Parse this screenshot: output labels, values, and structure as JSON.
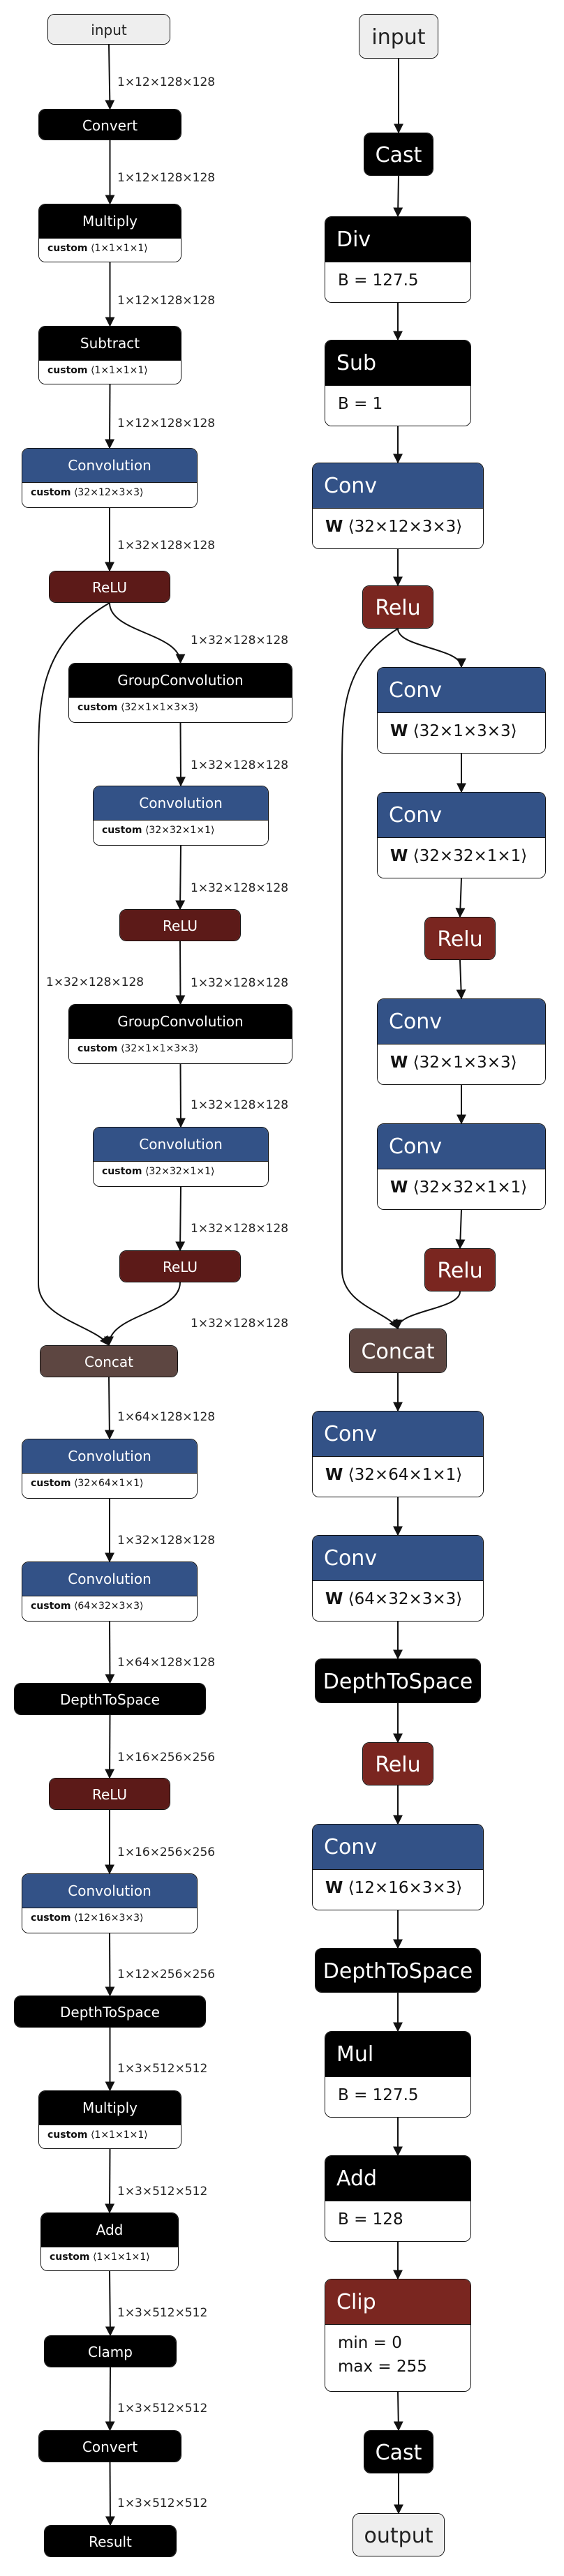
{
  "left": {
    "nodes": [
      {
        "id": "n0",
        "title": "input",
        "style": "io"
      },
      {
        "id": "n1",
        "title": "Convert",
        "style": "black"
      },
      {
        "id": "n2",
        "title": "Multiply",
        "style": "black",
        "attr_key": "custom",
        "attr_val": "⟨1×1×1×1⟩"
      },
      {
        "id": "n3",
        "title": "Subtract",
        "style": "black",
        "attr_key": "custom",
        "attr_val": "⟨1×1×1×1⟩"
      },
      {
        "id": "n4",
        "title": "Convolution",
        "style": "blue",
        "attr_key": "custom",
        "attr_val": "⟨32×12×3×3⟩"
      },
      {
        "id": "n5",
        "title": "ReLU",
        "style": "red"
      },
      {
        "id": "n6",
        "title": "GroupConvolution",
        "style": "black",
        "attr_key": "custom",
        "attr_val": "⟨32×1×1×3×3⟩"
      },
      {
        "id": "n7",
        "title": "Convolution",
        "style": "blue",
        "attr_key": "custom",
        "attr_val": "⟨32×32×1×1⟩"
      },
      {
        "id": "n8",
        "title": "ReLU",
        "style": "red"
      },
      {
        "id": "n9",
        "title": "GroupConvolution",
        "style": "black",
        "attr_key": "custom",
        "attr_val": "⟨32×1×1×3×3⟩"
      },
      {
        "id": "n10",
        "title": "Convolution",
        "style": "blue",
        "attr_key": "custom",
        "attr_val": "⟨32×32×1×1⟩"
      },
      {
        "id": "n11",
        "title": "ReLU",
        "style": "red"
      },
      {
        "id": "n12",
        "title": "Concat",
        "style": "brown"
      },
      {
        "id": "n13",
        "title": "Convolution",
        "style": "blue",
        "attr_key": "custom",
        "attr_val": "⟨32×64×1×1⟩"
      },
      {
        "id": "n14",
        "title": "Convolution",
        "style": "blue",
        "attr_key": "custom",
        "attr_val": "⟨64×32×3×3⟩"
      },
      {
        "id": "n15",
        "title": "DepthToSpace",
        "style": "black"
      },
      {
        "id": "n16",
        "title": "ReLU",
        "style": "red"
      },
      {
        "id": "n17",
        "title": "Convolution",
        "style": "blue",
        "attr_key": "custom",
        "attr_val": "⟨12×16×3×3⟩"
      },
      {
        "id": "n18",
        "title": "DepthToSpace",
        "style": "black"
      },
      {
        "id": "n19",
        "title": "Multiply",
        "style": "black",
        "attr_key": "custom",
        "attr_val": "⟨1×1×1×1⟩"
      },
      {
        "id": "n20",
        "title": "Add",
        "style": "black",
        "attr_key": "custom",
        "attr_val": "⟨1×1×1×1⟩"
      },
      {
        "id": "n21",
        "title": "Clamp",
        "style": "black"
      },
      {
        "id": "n22",
        "title": "Convert",
        "style": "black"
      },
      {
        "id": "n23",
        "title": "Result",
        "style": "black"
      }
    ],
    "edge_labels": [
      "1×12×128×128",
      "1×12×128×128",
      "1×12×128×128",
      "1×12×128×128",
      "1×32×128×128",
      "1×32×128×128",
      "1×32×128×128",
      "1×32×128×128",
      "1×32×128×128",
      "1×32×128×128",
      "1×32×128×128",
      "1×32×128×128",
      "1×32×128×128",
      "1×64×128×128",
      "1×32×128×128",
      "1×64×128×128",
      "1×16×256×256",
      "1×16×256×256",
      "1×12×256×256",
      "1×3×512×512",
      "1×3×512×512",
      "1×3×512×512",
      "1×3×512×512",
      "1×3×512×512"
    ]
  },
  "right": {
    "nodes": [
      {
        "id": "m0",
        "title": "input",
        "style": "io"
      },
      {
        "id": "m1",
        "title": "Cast",
        "style": "black"
      },
      {
        "id": "m2",
        "title": "Div",
        "style": "black",
        "attr_line": "B = 127.5"
      },
      {
        "id": "m3",
        "title": "Sub",
        "style": "black",
        "attr_line": "B = 1"
      },
      {
        "id": "m4",
        "title": "Conv",
        "style": "blue",
        "attr_key": "W",
        "attr_val": "⟨32×12×3×3⟩"
      },
      {
        "id": "m5",
        "title": "Relu",
        "style": "redR"
      },
      {
        "id": "m6",
        "title": "Conv",
        "style": "blue",
        "attr_key": "W",
        "attr_val": "⟨32×1×3×3⟩"
      },
      {
        "id": "m7",
        "title": "Conv",
        "style": "blue",
        "attr_key": "W",
        "attr_val": "⟨32×32×1×1⟩"
      },
      {
        "id": "m8",
        "title": "Relu",
        "style": "redR"
      },
      {
        "id": "m9",
        "title": "Conv",
        "style": "blue",
        "attr_key": "W",
        "attr_val": "⟨32×1×3×3⟩"
      },
      {
        "id": "m10",
        "title": "Conv",
        "style": "blue",
        "attr_key": "W",
        "attr_val": "⟨32×32×1×1⟩"
      },
      {
        "id": "m11",
        "title": "Relu",
        "style": "redR"
      },
      {
        "id": "m12",
        "title": "Concat",
        "style": "brown"
      },
      {
        "id": "m13",
        "title": "Conv",
        "style": "blue",
        "attr_key": "W",
        "attr_val": "⟨32×64×1×1⟩"
      },
      {
        "id": "m14",
        "title": "Conv",
        "style": "blue",
        "attr_key": "W",
        "attr_val": "⟨64×32×3×3⟩"
      },
      {
        "id": "m15",
        "title": "DepthToSpace",
        "style": "black"
      },
      {
        "id": "m16",
        "title": "Relu",
        "style": "redR"
      },
      {
        "id": "m17",
        "title": "Conv",
        "style": "blue",
        "attr_key": "W",
        "attr_val": "⟨12×16×3×3⟩"
      },
      {
        "id": "m18",
        "title": "DepthToSpace",
        "style": "black"
      },
      {
        "id": "m19",
        "title": "Mul",
        "style": "black",
        "attr_line": "B = 127.5"
      },
      {
        "id": "m20",
        "title": "Add",
        "style": "black",
        "attr_line": "B = 128"
      },
      {
        "id": "m21",
        "title": "Clip",
        "style": "redR",
        "attr_line": "min = 0",
        "attr_line2": "max = 255"
      },
      {
        "id": "m22",
        "title": "Cast",
        "style": "black"
      },
      {
        "id": "m23",
        "title": "output",
        "style": "io"
      }
    ]
  },
  "colors": {
    "io": "#eeeeee",
    "black": "#000000",
    "blue": "#335287",
    "red": "#5c1a18",
    "redR": "#7a2620",
    "brown": "#5d4641",
    "edge": "#111111"
  }
}
